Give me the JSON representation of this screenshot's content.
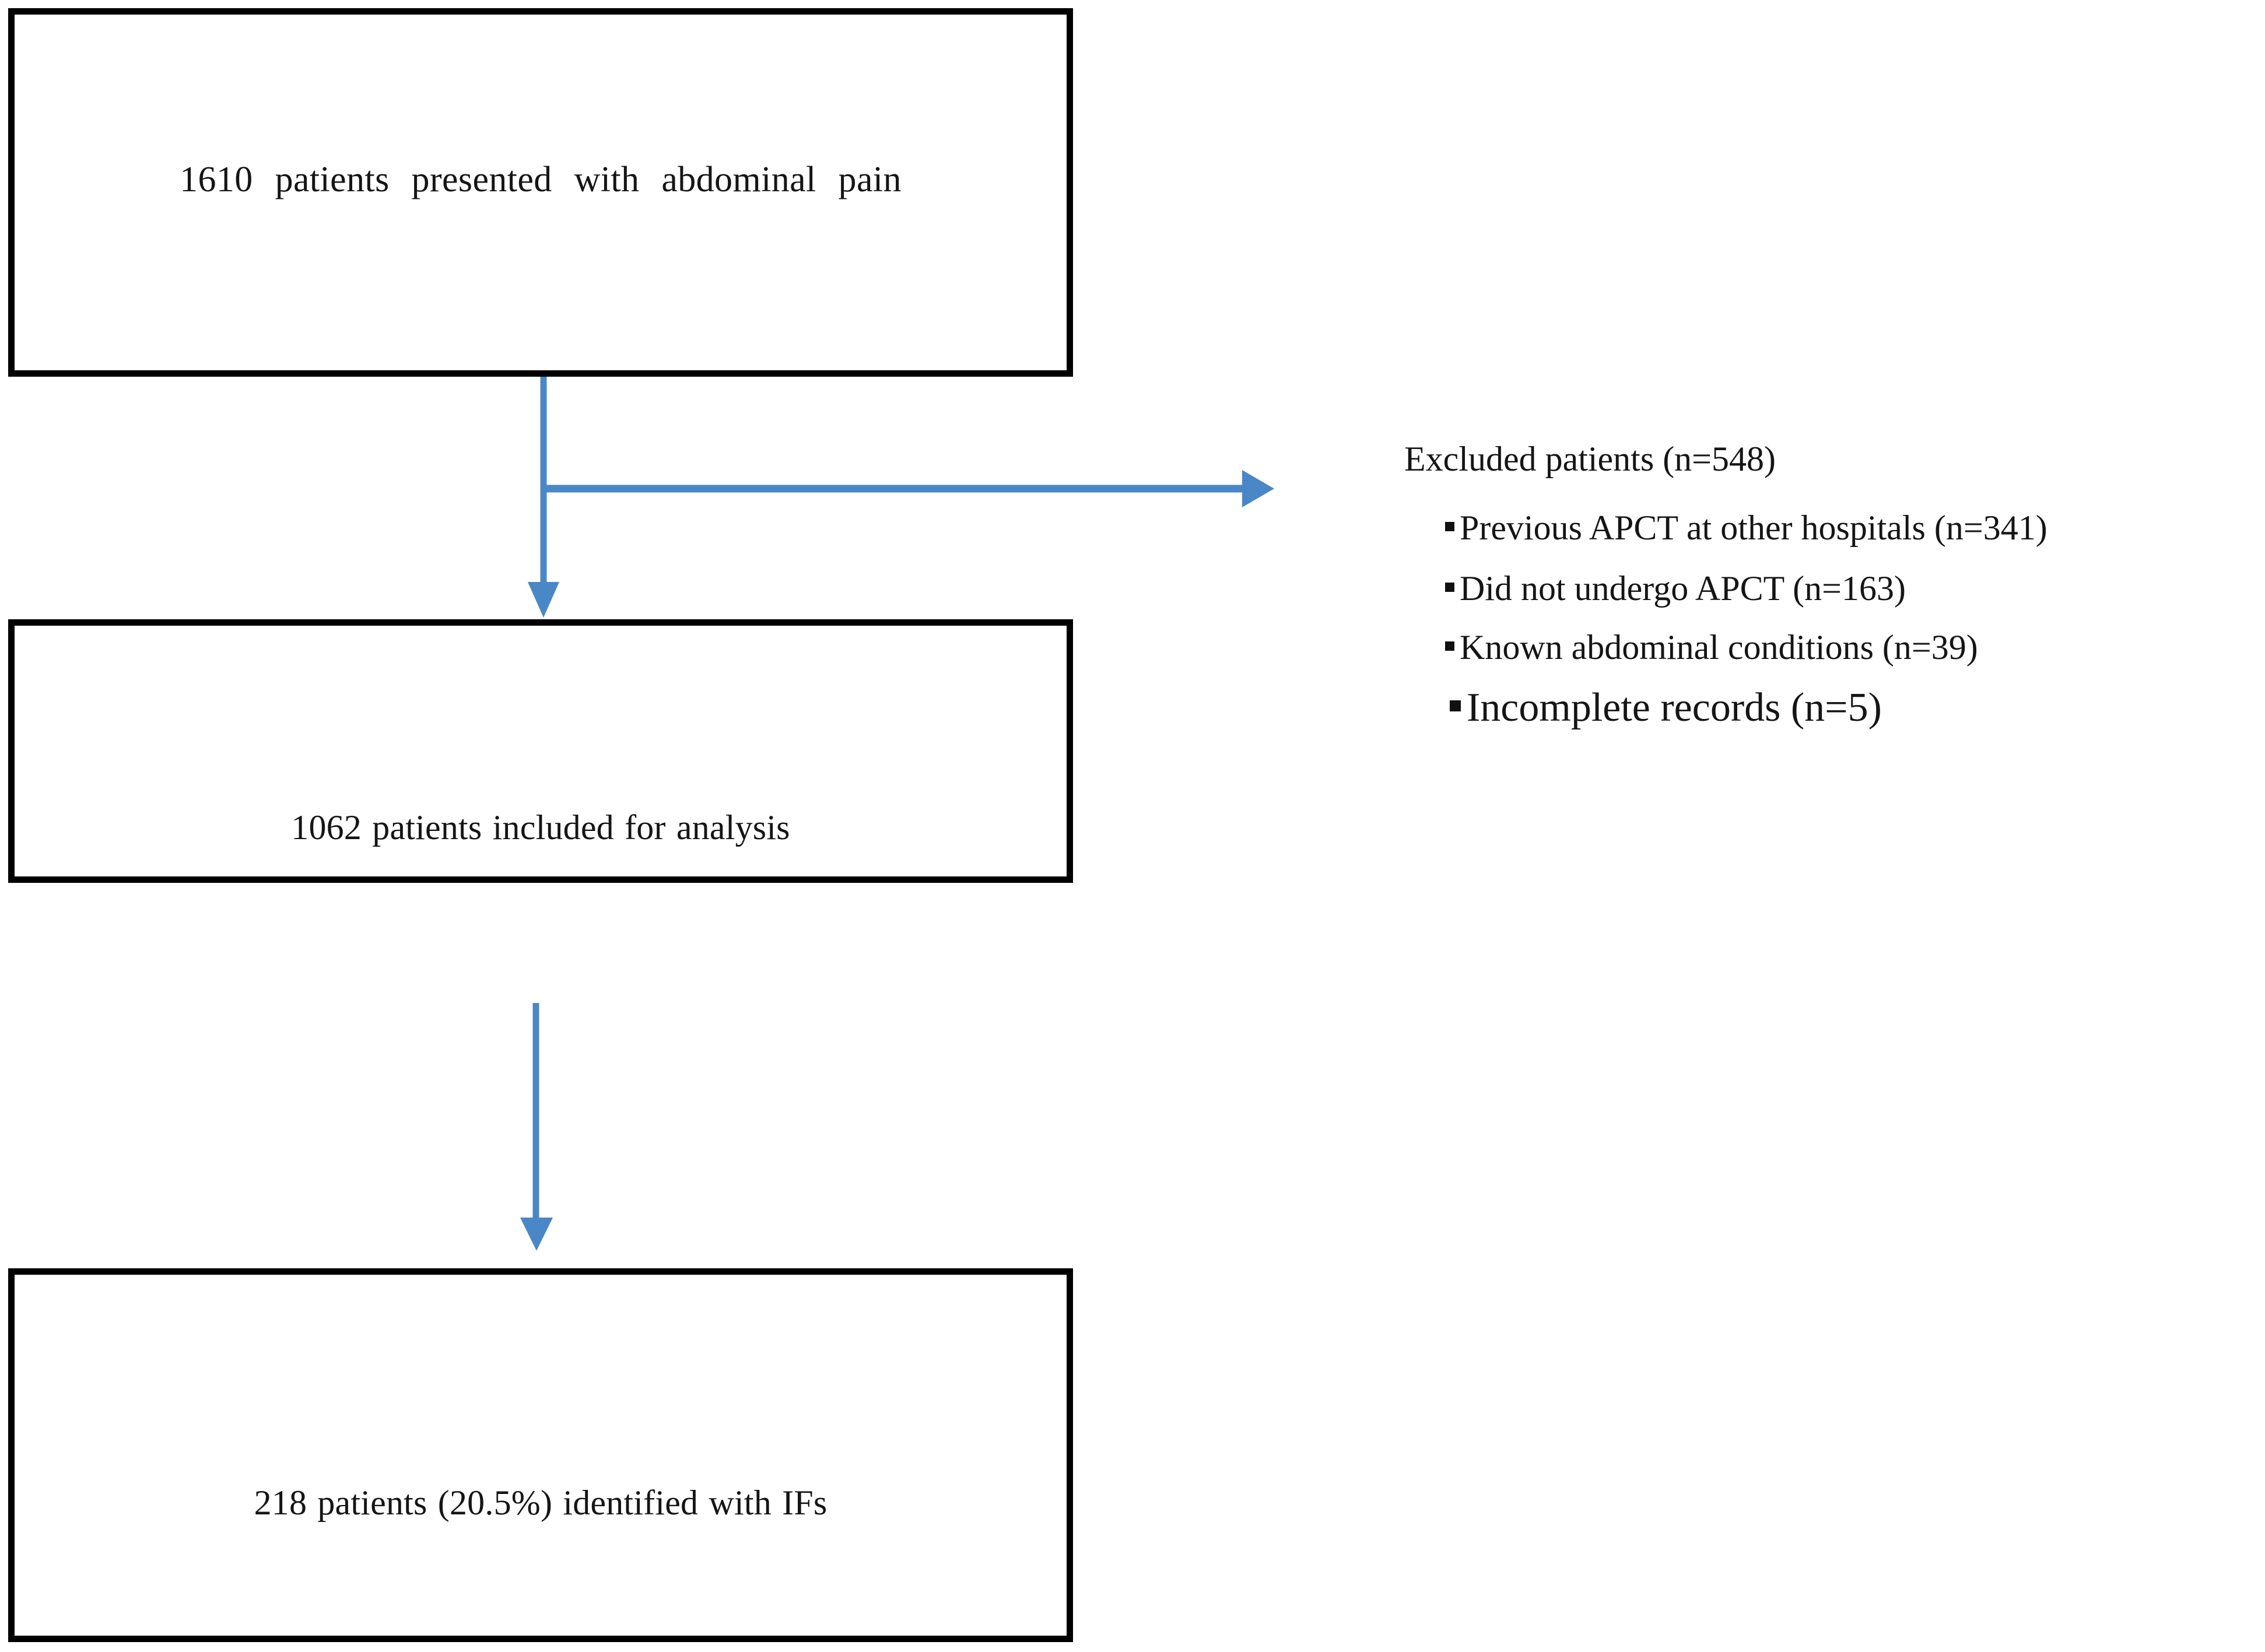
{
  "figure": {
    "type": "patient-selection-flowchart",
    "accent_color": "#4a87c7",
    "box_border_color": "#000000",
    "text_color": "#151515",
    "background": "#ffffff"
  },
  "boxes": [
    {
      "id": "screened",
      "label": "1610 patients presented with abdominal pain",
      "count": 1610
    },
    {
      "id": "included",
      "label": "1062 patients included for analysis",
      "count": 1062
    },
    {
      "id": "outcome",
      "label": "218 patients (20.5%) identified with IFs",
      "count": 218,
      "percent": "20.5%"
    }
  ],
  "excluded": {
    "title": "Excluded patients (n=548)",
    "total": 548,
    "items": [
      {
        "label": "Previous APCT at other hospitals (n=341)",
        "n": 341
      },
      {
        "label": "Did not undergo APCT (n=163)",
        "n": 163
      },
      {
        "label": "Known abdominal conditions (n=39)",
        "n": 39
      },
      {
        "label": "Incomplete records (n=5)",
        "n": 5
      }
    ]
  },
  "connectors": [
    {
      "id": "screened-to-included",
      "direction": "down"
    },
    {
      "id": "screened-to-excluded",
      "direction": "right"
    },
    {
      "id": "included-to-outcome",
      "direction": "down"
    }
  ]
}
